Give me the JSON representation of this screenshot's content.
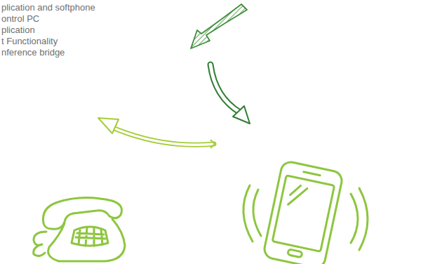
{
  "diagram": {
    "labels": [
      "plication and softphone",
      "ontrol PC",
      "plication",
      "t Functionality",
      "nference bridge"
    ]
  }
}
